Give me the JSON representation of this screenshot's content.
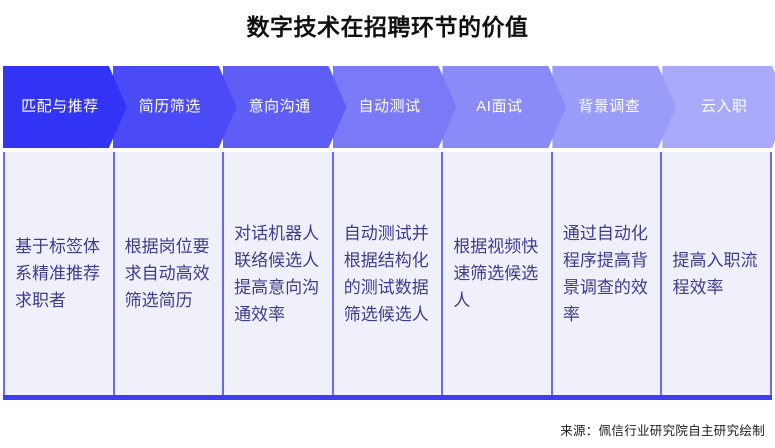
{
  "title": "数字技术在招聘环节的价值",
  "colors": {
    "stage_1": "#3333f5",
    "stage_2": "#4a4af6",
    "stage_3": "#5e5ef6",
    "stage_4": "#7a7af7",
    "stage_5": "#8a8af8",
    "stage_6": "#9b9bf9",
    "stage_7": "#aaaafa",
    "panel_background": "#f0f0fa",
    "panel_border": "#6b6bf0",
    "bottom_rule": "#3d3df2",
    "body_text": "#3d3d8f",
    "title_text": "#111111"
  },
  "stages": [
    {
      "label": "匹配与推荐",
      "description": "基于标签体系精准推荐求职者",
      "color": "#3333f5"
    },
    {
      "label": "简历筛选",
      "description": "根据岗位要求自动高效筛选简历",
      "color": "#4a4af6"
    },
    {
      "label": "意向沟通",
      "description": "对话机器人联络候选人提高意向沟通效率",
      "color": "#5e5ef6"
    },
    {
      "label": "自动测试",
      "description": "自动测试并根据结构化的测试数据筛选候选人",
      "color": "#7a7af7"
    },
    {
      "label": "AI面试",
      "description": "根据视频快速筛选候选人",
      "color": "#8a8af8"
    },
    {
      "label": "背景调查",
      "description": "通过自动化程序提高背景调查的效率",
      "color": "#9b9bf9"
    },
    {
      "label": "云入职",
      "description": "提高入职流程效率",
      "color": "#aaaafa"
    }
  ],
  "footer": {
    "source": "来源：佩信行业研究院自主研究绘制"
  }
}
